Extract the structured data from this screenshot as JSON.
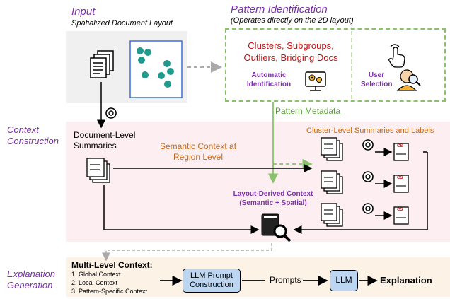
{
  "input": {
    "title": "Input",
    "subtitle": "Spatialized Document Layout"
  },
  "pattern": {
    "title": "Pattern Identification",
    "subtitle": "(Operates directly on the 2D layout)",
    "targets": "Clusters, Subgroups, Outliers, Bridging Docs",
    "auto_label": "Automatic Identification",
    "user_label": "User Selection",
    "metadata_label": "Pattern Metadata"
  },
  "context": {
    "section": "Context Construction",
    "doc_summaries": "Document-Level Summaries",
    "semantic_context": "Semantic Context at Region Level",
    "cluster_summaries": "Cluster-Level Summaries and Labels",
    "layout_context": "Layout-Derived Context (Semantic + Spatial)",
    "cs_tag": "CS"
  },
  "explanation": {
    "section": "Explanation Generation",
    "multi_title": "Multi-Level Context:",
    "items": [
      "1. Global Context",
      "2. Local Context",
      "3. Pattern-Specific Context"
    ],
    "prompt_box": "LLM Prompt Construction",
    "prompts": "Prompts",
    "llm": "LLM",
    "result": "Explanation"
  },
  "colors": {
    "purple": "#7b2fa8",
    "red": "#c21313",
    "green": "#8ac26b",
    "orange": "#c86b15",
    "pink_bg": "#fdeff1",
    "orange_bg": "#fdf2e6",
    "grey_bg": "#f0f0f0",
    "teal": "#1f9a8c",
    "box_blue": "#bcd6f2"
  }
}
